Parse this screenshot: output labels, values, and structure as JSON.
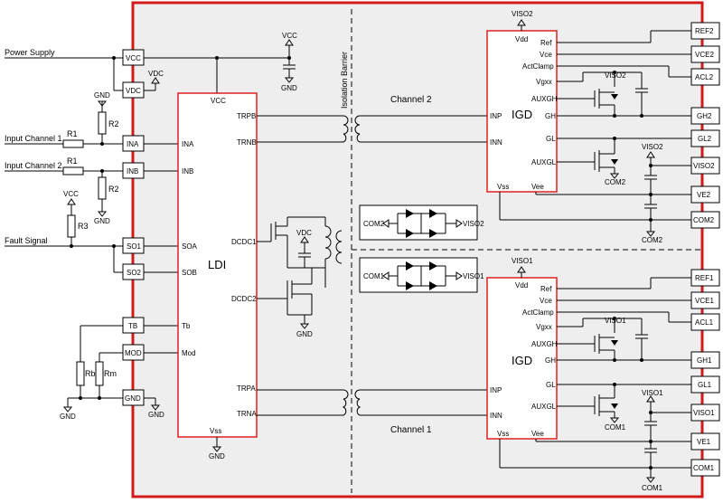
{
  "board": {
    "border_color": "#d11b1b",
    "fill_color": "#eeeeee"
  },
  "left_labels": {
    "power_supply": "Power Supply",
    "input1": "Input Channel 1",
    "input2": "Input Channel 2",
    "fault": "Fault Signal"
  },
  "left_pins": {
    "vcc": "VCC",
    "vdc": "VDC",
    "ina": "INA",
    "inb": "INB",
    "soa": "SO1",
    "sob": "SO2",
    "tb": "TB",
    "mod": "MOD",
    "gnd": "GND"
  },
  "resistors": {
    "r1": "R1",
    "r2": "R2",
    "r3": "R3",
    "rb": "Rb",
    "rm": "Rm"
  },
  "power": {
    "vcc": "VCC",
    "vdc": "VDC",
    "gnd": "GND"
  },
  "ldi": {
    "name": "LDI",
    "vcc": "VCC",
    "ina": "INA",
    "inb": "INB",
    "soa": "SOA",
    "sob": "SOB",
    "tb": "Tb",
    "mod": "Mod",
    "vss": "Vss",
    "trpb": "TRPB",
    "trnb": "TRNB",
    "dcdc1": "DCDC1",
    "dcdc2": "DCDC2",
    "trpa": "TRPA",
    "trna": "TRNA"
  },
  "isolation_barrier": "Isolation Barrier",
  "channel2": "Channel 2",
  "channel1": "Channel 1",
  "igd": {
    "name": "IGD",
    "vdd": "Vdd",
    "ref": "Ref",
    "vce": "Vce",
    "actclamp": "ActClamp",
    "vgxx": "Vgxx",
    "auxgh": "AUXGH",
    "gh": "GH",
    "gl": "GL",
    "auxgl": "AUXGL",
    "inp": "INP",
    "inn": "INN",
    "vss": "Vss",
    "vee": "Vee"
  },
  "iso": {
    "viso2": "VISO2",
    "viso1": "VISO1",
    "com2": "COM2",
    "com1": "COM1"
  },
  "right_pins_ch2": [
    "REF2",
    "VCE2",
    "ACL2",
    "GH2",
    "GL2",
    "VISO2",
    "VE2",
    "COM2"
  ],
  "right_pins_ch1": [
    "REF1",
    "VCE1",
    "ACL1",
    "GH1",
    "GL1",
    "VISO1",
    "VE1",
    "COM1"
  ]
}
